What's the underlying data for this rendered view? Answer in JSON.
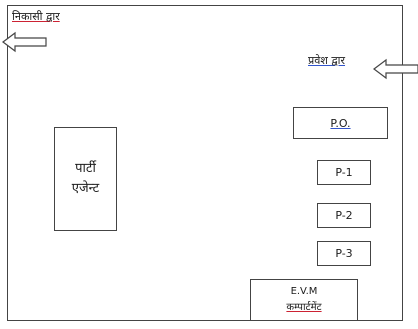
{
  "exit_label": "निकासी द्वार",
  "entry_label": "प्रवेश द्वार",
  "polling_agent": [
    "पार्टी",
    "एजेन्ट"
  ],
  "presiding_officer": "P.O.",
  "polling_officers": [
    "P-1",
    "P-2",
    "P-3"
  ],
  "evm": {
    "line1": "E.V.M",
    "line2": "कम्पार्टमेंट"
  },
  "icons": {
    "exit": "arrow-left-icon",
    "entry": "arrow-left-icon"
  }
}
